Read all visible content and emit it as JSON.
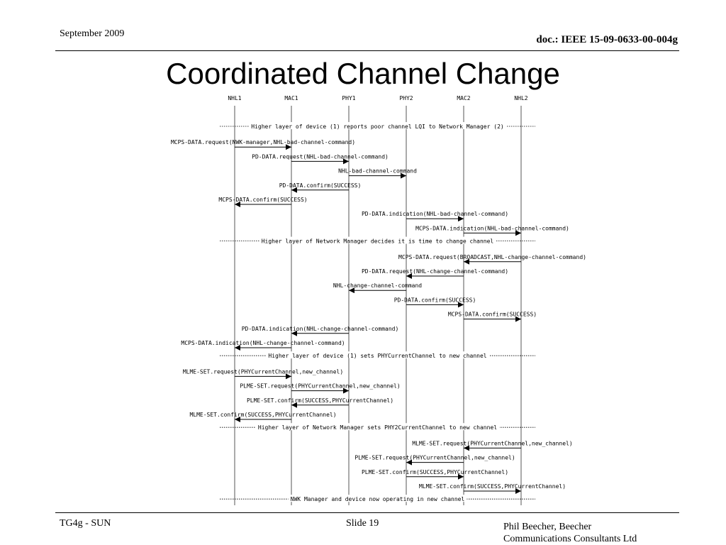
{
  "header": {
    "date": "September 2009",
    "doc_id": "doc.: IEEE 15-09-0633-00-004g"
  },
  "slide": {
    "title": "Coordinated Channel Change"
  },
  "footer": {
    "group": "TG4g - SUN",
    "slide_number": "Slide 19",
    "author_line1": "Phil Beecher, Beecher",
    "author_line2": "Communications Consultants Ltd"
  },
  "diagram": {
    "participants": [
      "NHL1",
      "MAC1",
      "PHY1",
      "PHY2",
      "MAC2",
      "NHL2"
    ],
    "steps": [
      {
        "kind": "note",
        "text": "Higher layer of device (1) reports poor channel LQI to Network Manager (2)"
      },
      {
        "kind": "msg",
        "from": "NHL1",
        "to": "MAC1",
        "text": "MCPS-DATA.request(NWK-manager,NHL-bad-channel-command)"
      },
      {
        "kind": "msg",
        "from": "MAC1",
        "to": "PHY1",
        "text": "PD-DATA.request(NHL-bad-channel-command)"
      },
      {
        "kind": "msg",
        "from": "PHY1",
        "to": "PHY2",
        "text": "NHL-bad-channel-command"
      },
      {
        "kind": "msg",
        "from": "PHY1",
        "to": "MAC1",
        "text": "PD-DATA.confirm(SUCCESS)"
      },
      {
        "kind": "msg",
        "from": "MAC1",
        "to": "NHL1",
        "text": "MCPS-DATA.confirm(SUCCESS)"
      },
      {
        "kind": "msg",
        "from": "PHY2",
        "to": "MAC2",
        "text": "PD-DATA.indication(NHL-bad-channel-command)"
      },
      {
        "kind": "msg",
        "from": "MAC2",
        "to": "NHL2",
        "text": "MCPS-DATA.indication(NHL-bad-channel-command)"
      },
      {
        "kind": "note",
        "text": "Higher layer of Network Manager decides it is time to change channel"
      },
      {
        "kind": "msg",
        "from": "NHL2",
        "to": "MAC2",
        "text": "MCPS-DATA.request(BROADCAST,NHL-change-channel-command)"
      },
      {
        "kind": "msg",
        "from": "MAC2",
        "to": "PHY2",
        "text": "PD-DATA.request(NHL-change-channel-command)"
      },
      {
        "kind": "msg",
        "from": "PHY2",
        "to": "PHY1",
        "text": "NHL-change-channel-command"
      },
      {
        "kind": "msg",
        "from": "PHY2",
        "to": "MAC2",
        "text": "PD-DATA.confirm(SUCCESS)"
      },
      {
        "kind": "msg",
        "from": "MAC2",
        "to": "NHL2",
        "text": "MCPS-DATA.confirm(SUCCESS)"
      },
      {
        "kind": "msg",
        "from": "PHY1",
        "to": "MAC1",
        "text": "PD-DATA.indication(NHL-change-channel-command)"
      },
      {
        "kind": "msg",
        "from": "MAC1",
        "to": "NHL1",
        "text": "MCPS-DATA.indication(NHL-change-channel-command)"
      },
      {
        "kind": "note",
        "text": "Higher layer of device (1) sets PHYCurrentChannel to new channel"
      },
      {
        "kind": "msg",
        "from": "NHL1",
        "to": "MAC1",
        "text": "MLME-SET.request(PHYCurrentChannel,new_channel)"
      },
      {
        "kind": "msg",
        "from": "MAC1",
        "to": "PHY1",
        "text": "PLME-SET.request(PHYCurrentChannel,new_channel)"
      },
      {
        "kind": "msg",
        "from": "PHY1",
        "to": "MAC1",
        "text": "PLME-SET.confirm(SUCCESS,PHYCurrentChannel)"
      },
      {
        "kind": "msg",
        "from": "MAC1",
        "to": "NHL1",
        "text": "MLME-SET.confirm(SUCCESS,PHYCurrentChannel)"
      },
      {
        "kind": "note",
        "text": "Higher layer of Network Manager sets PHY2CurrentChannel to new channel"
      },
      {
        "kind": "msg",
        "from": "NHL2",
        "to": "MAC2",
        "text": "MLME-SET.request(PHYCurrentChannel,new_channel)"
      },
      {
        "kind": "msg",
        "from": "MAC2",
        "to": "PHY2",
        "text": "PLME-SET.request(PHYCurrentChannel,new_channel)"
      },
      {
        "kind": "msg",
        "from": "PHY2",
        "to": "MAC2",
        "text": "PLME-SET.confirm(SUCCESS,PHYCurrentChannel)"
      },
      {
        "kind": "msg",
        "from": "MAC2",
        "to": "NHL2",
        "text": "MLME-SET.confirm(SUCCESS,PHYCurrentChannel)"
      },
      {
        "kind": "note",
        "text": "NWK Manager and device now operating in new channel"
      }
    ]
  }
}
